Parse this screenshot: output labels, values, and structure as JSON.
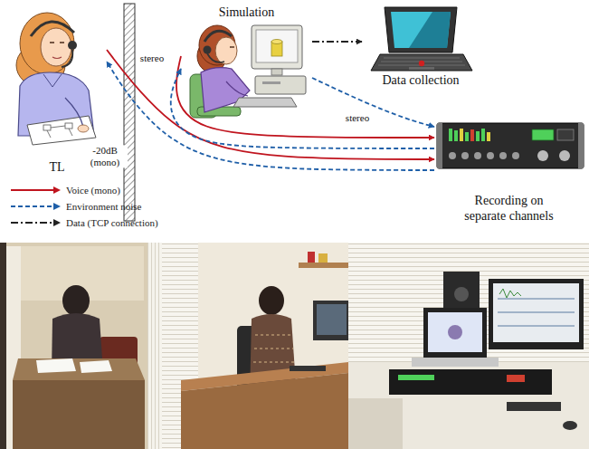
{
  "diagram": {
    "nodes": [
      {
        "text": [
          "TL"
        ]
      },
      {
        "text": [
          "Simulation"
        ]
      },
      {
        "text": [
          "Data collection"
        ]
      },
      {
        "text": [
          "Recording on separate channels"
        ]
      }
    ],
    "edges": [
      {
        "from": 0,
        "to": 3,
        "arrow": "to"
      },
      {
        "from": 3,
        "to": 0,
        "arrow": "to",
        "label": "-20dB (mono)"
      },
      {
        "from": 1,
        "to": 3,
        "arrow": "to"
      },
      {
        "from": 3,
        "to": 1,
        "arrow": "to",
        "label": "stereo"
      },
      {
        "from": 1,
        "to": 2,
        "arrow": "to"
      },
      {
        "from": 1,
        "to": 3,
        "arrow": "to",
        "label": "stereo"
      }
    ],
    "legend": [
      {
        "text": "Voice (mono)"
      },
      {
        "text": "Environment noise"
      },
      {
        "text": "Data (TCP connection)"
      }
    ]
  }
}
